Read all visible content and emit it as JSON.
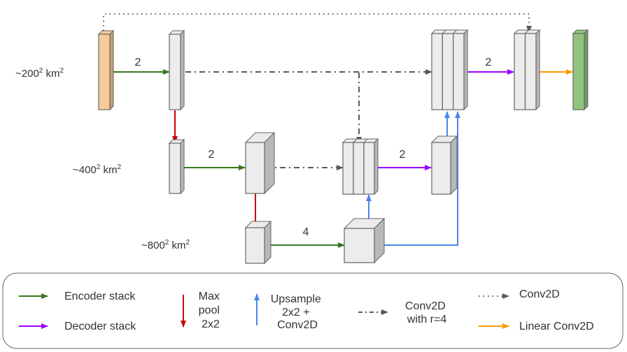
{
  "scale_labels": [
    {
      "base": "~200",
      "exp": "2",
      "unit": "km",
      "unit_exp": "2"
    },
    {
      "base": "~400",
      "exp": "2",
      "unit": "km",
      "unit_exp": "2"
    },
    {
      "base": "~800",
      "exp": "2",
      "unit": "km",
      "unit_exp": "2"
    }
  ],
  "edge_labels": {
    "enc1": "2",
    "enc2": "2",
    "enc3": "4",
    "dec2": "2",
    "dec1": "2"
  },
  "colors": {
    "input": "#f8cb9c",
    "output": "#93c47d",
    "block": "#ececec",
    "encoder": "#38761d",
    "decoder": "#9900ff",
    "maxpool": "#cc0000",
    "upsample": "#4a86e8",
    "conv_r4": "#595959",
    "conv2d": "#595959",
    "linear": "#ff9900"
  },
  "legend": {
    "encoder": "Encoder stack",
    "decoder": "Decoder stack",
    "maxpool": [
      "Max",
      "pool",
      "2x2"
    ],
    "upsample": [
      "Upsample",
      "2x2 +",
      "Conv2D"
    ],
    "conv_r4": [
      "Conv2D",
      "with r=4"
    ],
    "conv2d": "Conv2D",
    "linear": "Linear Conv2D"
  }
}
